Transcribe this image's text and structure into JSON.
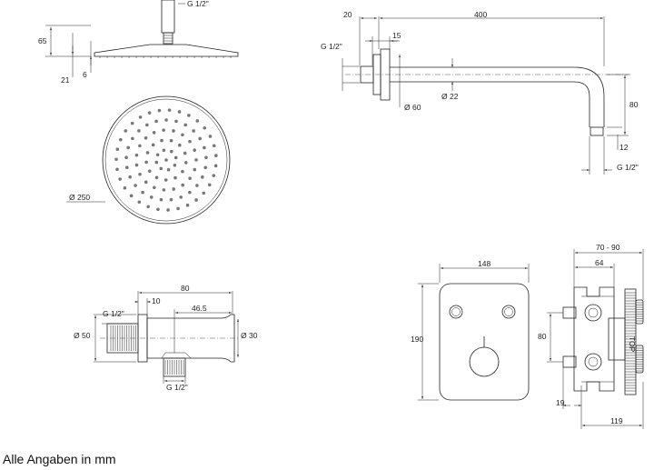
{
  "caption": "Alle Angaben in mm",
  "head_side": {
    "thread": "G 1/2\"",
    "height": "65",
    "bottom": "21",
    "plate": "6"
  },
  "head_top": {
    "diameter": "Ø 250"
  },
  "arm": {
    "offset": "20",
    "length": "400",
    "thread_left": "G 1/2\"",
    "flange": "15",
    "rosette": "Ø 60",
    "tube": "Ø 22",
    "drop": "80",
    "tip": "12",
    "thread_right": "G 1/2\""
  },
  "elbow": {
    "length": "80",
    "nut": "10",
    "offset": "46.5",
    "thread_top": "G 1/2\"",
    "diameter": "Ø 50",
    "outlet": "Ø 30",
    "thread_bottom": "G 1/2\""
  },
  "plate": {
    "width": "148",
    "height": "190"
  },
  "box": {
    "depth_range": "70 - 90",
    "depth": "64",
    "pitch": "80",
    "lip": "19",
    "total": "119",
    "mark": "TOP"
  }
}
